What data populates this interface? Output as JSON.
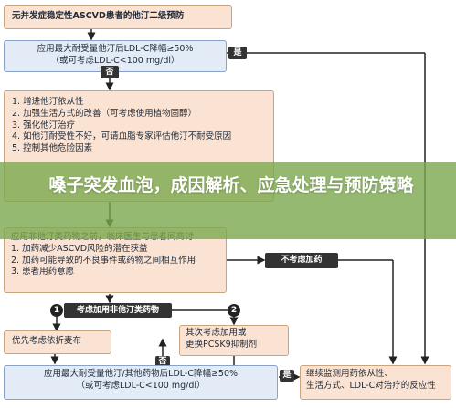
{
  "title_box": "无并发症稳定性ASCVD患者的他汀二级预防",
  "box1": {
    "line1": "应用最大耐受量他汀后LDL-C降幅≥50%",
    "line2": "（或可考虑LDL-C<100 mg/dl）"
  },
  "yes_label": "是",
  "no_label": "否",
  "box2_items": [
    "1. 增进他汀依从性",
    "2. 加强生活方式的改善（可考虑使用植物固醇）",
    "3. 强化他汀治疗",
    "4. 如他汀耐受性不好，可请血脂专家评估他汀不耐受原因",
    "5. 控制其他危险因素"
  ],
  "box3_items": [
    "应用非他汀类药物之前，临床医生与患者间商讨",
    "1. 加药减少ASCVD风险的潜在获益",
    "2. 加药可能导致的不良事件或药物之间相互作用",
    "3. 患者用药意愿"
  ],
  "no_add_drug": "不考虑加药",
  "consider_add": "考虑加用非他汀类药物",
  "circle1": "1",
  "circle2": "2",
  "priority_box": "优先考虑依折麦布",
  "secondary_box": {
    "line1": "其次考虑加用或",
    "line2": "更换PCSK9抑制剂"
  },
  "bottom_left": {
    "line1": "应用最大耐受量他汀/其他药物后LDL-C降幅≥50%",
    "line2": "（或可考虑LDL-C<100 mg/dl）"
  },
  "bottom_right": {
    "line1": "继续监测用药依从性、",
    "line2": "生活方式、LDL-C对治疗的反应性"
  },
  "ribbon_headline": "嗓子突发血泡，成因解析、应急处理与预防策略",
  "colors": {
    "box_border": "#c9a57f",
    "peach_fill": "#fbe3d3",
    "blue_fill": "#e3ebf7",
    "ribbon_green": "#7aa84e",
    "arrow": "#222222"
  }
}
